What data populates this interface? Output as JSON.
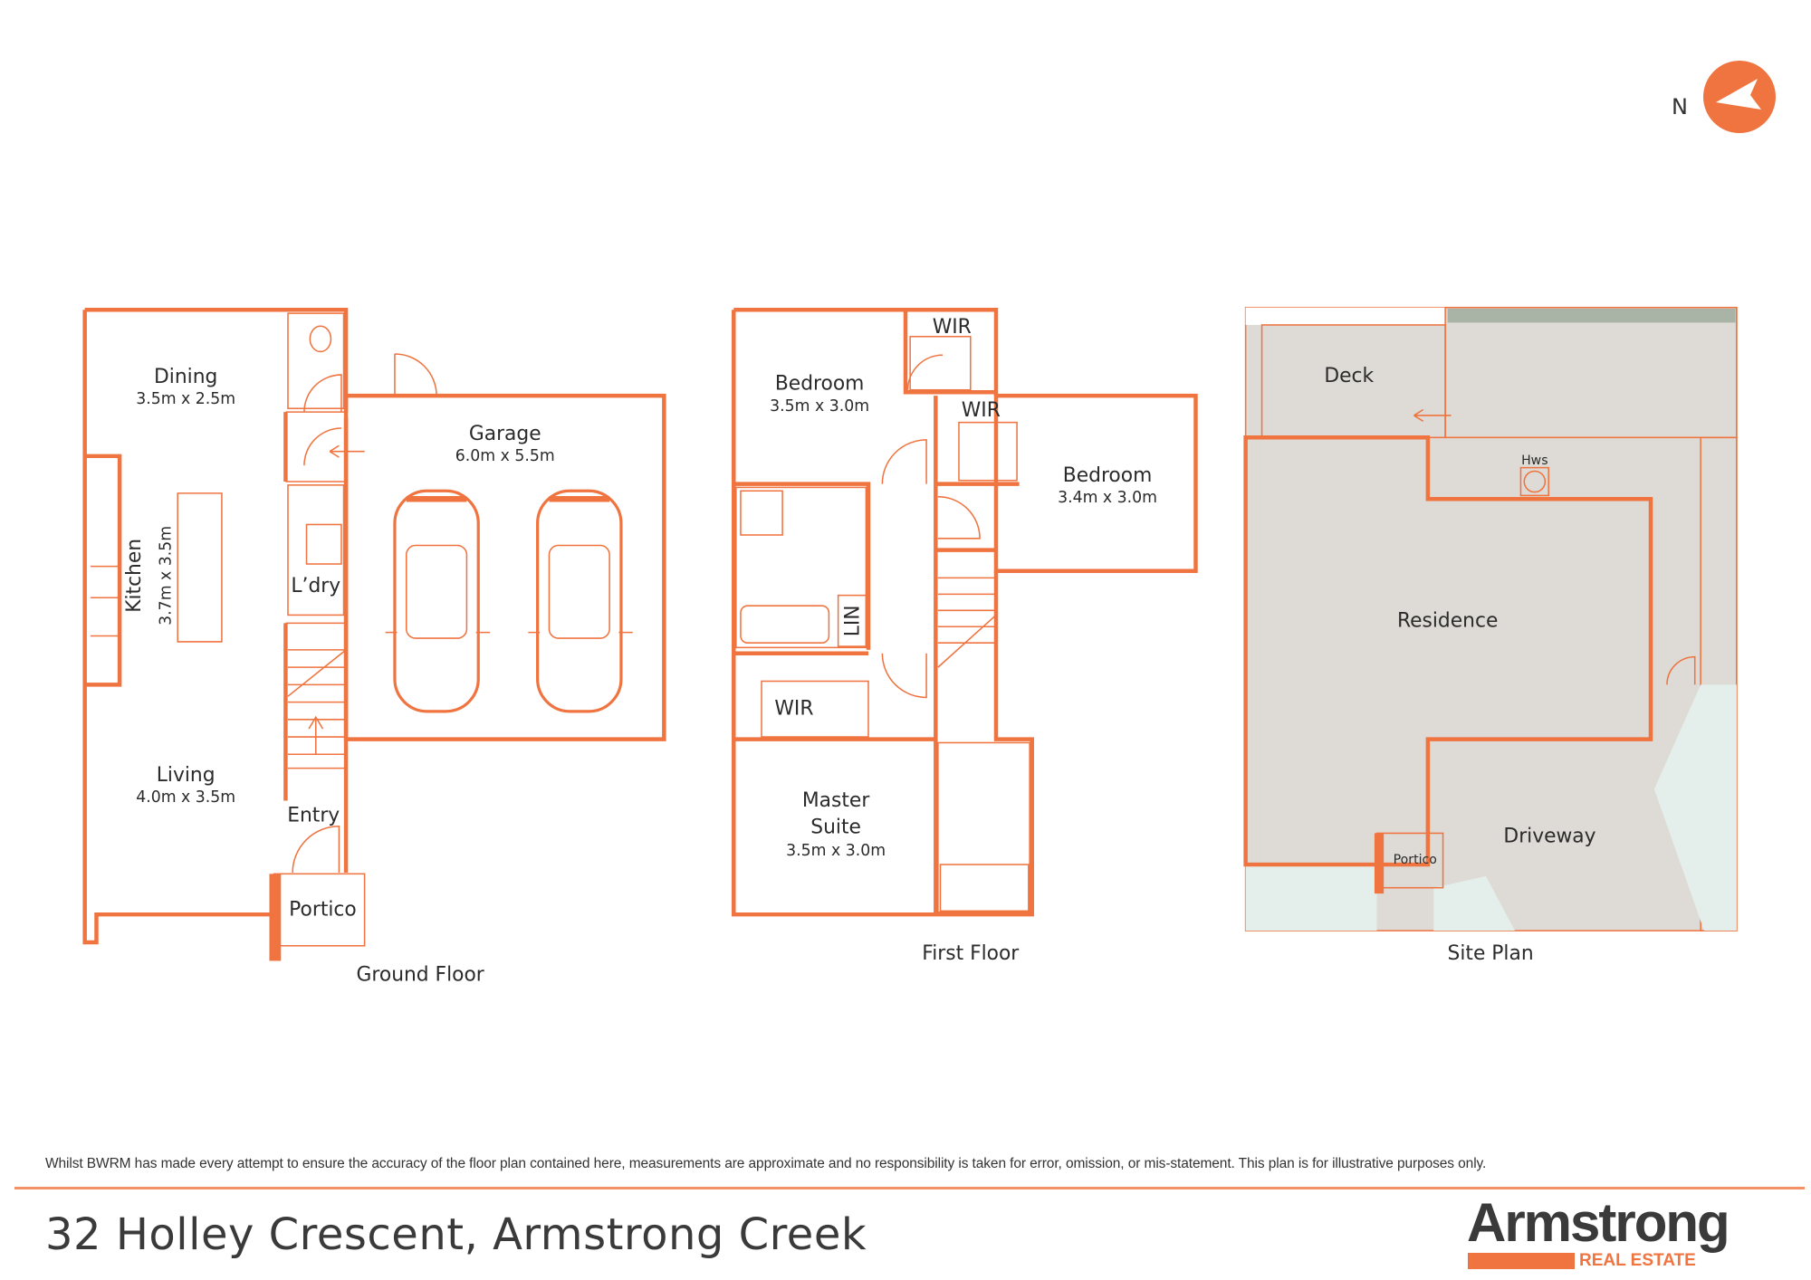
{
  "compass": {
    "label": "N",
    "icon": "north-arrow-icon"
  },
  "ground_floor": {
    "caption": "Ground Floor",
    "rooms": {
      "dining": {
        "name": "Dining",
        "size": "3.5m x 2.5m"
      },
      "kitchen": {
        "name": "Kitchen",
        "size": "3.7m x 3.5m"
      },
      "living": {
        "name": "Living",
        "size": "4.0m x 3.5m"
      },
      "garage": {
        "name": "Garage",
        "size": "6.0m x 5.5m"
      },
      "laundry": {
        "name": "L’dry"
      },
      "entry": {
        "name": "Entry"
      },
      "portico": {
        "name": "Portico"
      }
    }
  },
  "first_floor": {
    "caption": "First Floor",
    "rooms": {
      "bedroom1": {
        "name": "Bedroom",
        "size": "3.5m x 3.0m"
      },
      "bedroom2": {
        "name": "Bedroom",
        "size": "3.4m x 3.0m"
      },
      "wir1": {
        "name": "WIR"
      },
      "wir2": {
        "name": "WIR"
      },
      "wir3": {
        "name": "WIR"
      },
      "lin": {
        "name": "LIN"
      },
      "master": {
        "name_line1": "Master",
        "name_line2": "Suite",
        "size": "3.5m x 3.0m"
      }
    }
  },
  "site_plan": {
    "caption": "Site Plan",
    "areas": {
      "deck": "Deck",
      "residence": "Residence",
      "hws": "Hws",
      "driveway": "Driveway",
      "portico": "Portico"
    }
  },
  "footer": {
    "disclaimer": "Whilst BWRM  has made every attempt to ensure the accuracy of the floor plan contained here, measurements are approximate and no responsibility is taken for error, omission, or mis-statement. This plan is for illustrative purposes only.",
    "address": "32 Holley Crescent, Armstrong Creek",
    "logo_word": "Armstrong",
    "logo_sub": "REAL ESTATE"
  },
  "colors": {
    "accent": "#EF7440",
    "text": "#2b2b2b",
    "deck": "#EDE3D6",
    "lawn": "#E4EFEB",
    "paving": "#DEDAD5"
  }
}
